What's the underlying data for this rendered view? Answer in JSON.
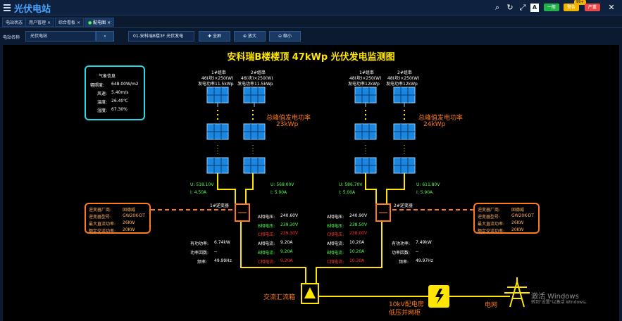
{
  "header": {
    "app_title": "光伏电站",
    "badges": [
      {
        "label": "一般",
        "color": "#22b14c"
      },
      {
        "label": "警告",
        "color": "#f0b400",
        "count": "99+"
      },
      {
        "label": "严重",
        "color": "#e84a4a"
      }
    ]
  },
  "tabs": [
    {
      "label": "电站状态"
    },
    {
      "label": "用户管理"
    },
    {
      "label": "综合看板"
    },
    {
      "label": "配电图"
    }
  ],
  "toolbar": {
    "station_label": "电站名称",
    "station_value": "光伏电站",
    "search_icon": "search-icon",
    "select_value": "01-安科瑞B楼3F 光伏发电",
    "fullscreen": "全屏",
    "zoom_in": "放大",
    "zoom_out": "缩小"
  },
  "diagram": {
    "title": "安科瑞B楼楼顶 47kWp 光伏发电监测图",
    "weather": {
      "title": "气象信息",
      "rows": [
        {
          "k": "辐照度:",
          "v": "648.00W/m2"
        },
        {
          "k": "风速:",
          "v": "5.40m/s"
        },
        {
          "k": "温度:",
          "v": "26.40℃"
        },
        {
          "k": "湿度:",
          "v": "67.30%"
        }
      ]
    },
    "strings": [
      {
        "line1": "1#组串",
        "line2": "46(块)×250(W)",
        "line3": "发电功率11.5kWp"
      },
      {
        "line1": "2#组串",
        "line2": "46(块)×250(W)",
        "line3": "发电功率11.5kWp"
      },
      {
        "line1": "1#组串",
        "line2": "48(块)×250(W)",
        "line3": "发电功率12kWp"
      },
      {
        "line1": "2#组串",
        "line2": "48(块)×250(W)",
        "line3": "发电功率12kWp"
      }
    ],
    "peak_left": {
      "line1": "总峰值发电功率",
      "line2": "23kWp"
    },
    "peak_right": {
      "line1": "总峰值发电功率",
      "line2": "24kWp"
    },
    "dc_readings": [
      {
        "u": "U: 518.10V",
        "i": "I: 4.50A"
      },
      {
        "u": "U: 568.00V",
        "i": "I: 5.90A"
      },
      {
        "u": "U: 586.70V",
        "i": "I: 5.00A"
      },
      {
        "u": "U: 611.80V",
        "i": "I: 5.90A"
      }
    ],
    "inverter_names": [
      "1#逆变器",
      "2#逆变器"
    ],
    "inverter_left": {
      "rows": [
        {
          "k": "逆变器厂商:",
          "v": "固德威"
        },
        {
          "k": "逆变器型号:",
          "v": "GW20K-DT"
        },
        {
          "k": "最大直流功率:",
          "v": "26KW"
        },
        {
          "k": "额定交流功率:",
          "v": "20KW"
        }
      ]
    },
    "inverter_right": {
      "rows": [
        {
          "k": "逆变器厂商:",
          "v": "固德威"
        },
        {
          "k": "逆变器型号:",
          "v": "GW20K-DT"
        },
        {
          "k": "最大直流功率:",
          "v": "26KW"
        },
        {
          "k": "额定交流功率:",
          "v": "20KW"
        }
      ]
    },
    "power_left": [
      {
        "k": "有功功率:",
        "v": "6.74kW"
      },
      {
        "k": "功率因数:",
        "v": "--"
      },
      {
        "k": "频率:",
        "v": "49.99Hz"
      }
    ],
    "power_right": [
      {
        "k": "有功功率:",
        "v": "7.49kW"
      },
      {
        "k": "功率因数:",
        "v": "--"
      },
      {
        "k": "频率:",
        "v": "49.97Hz"
      }
    ],
    "phase_left": [
      {
        "k": "A相电压:",
        "v": "240.60V"
      },
      {
        "k": "B相电压:",
        "v": "239.30V"
      },
      {
        "k": "C相电压:",
        "v": "239.30V"
      },
      {
        "k": "A相电流:",
        "v": "9.20A"
      },
      {
        "k": "B相电流:",
        "v": "9.20A"
      },
      {
        "k": "C相电流:",
        "v": "9.20A"
      }
    ],
    "phase_right": [
      {
        "k": "A相电压:",
        "v": "240.90V"
      },
      {
        "k": "B相电压:",
        "v": "238.50V"
      },
      {
        "k": "C相电压:",
        "v": "238.00V"
      },
      {
        "k": "A相电流:",
        "v": "10.20A"
      },
      {
        "k": "B相电流:",
        "v": "10.20A"
      },
      {
        "k": "C相电流:",
        "v": "10.30A"
      }
    ],
    "combiner_label": "交流汇流箱",
    "distribution_line1": "10kV配电房",
    "distribution_line2": "低压并网柜",
    "grid_label": "电网",
    "colors": {
      "bus": "#ffe600",
      "panel": "#1a86e0",
      "box_weather": "#27d9e6",
      "box_inverter": "#ff7a1a"
    }
  },
  "watermark": {
    "line1": "激活 Windows",
    "line2": "转到\"设置\"以激活 Windows。"
  }
}
